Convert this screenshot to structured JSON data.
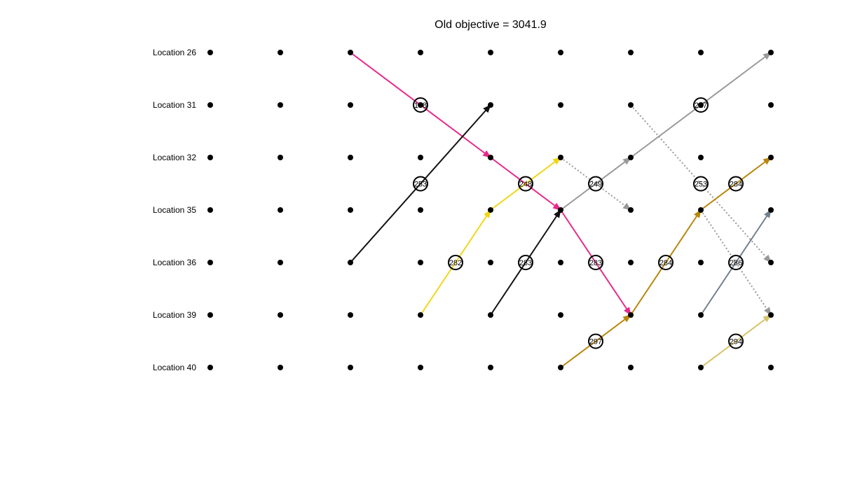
{
  "title": "Old objective = 3041.9",
  "rows": [
    "Location 26",
    "Location 31",
    "Location 32",
    "Location 35",
    "Location 36",
    "Location 39",
    "Location 40"
  ],
  "n_columns": 9,
  "colors": {
    "magenta": "#e7298a",
    "black": "#111111",
    "yellow": "#f2d516",
    "gray": "#999999",
    "gold": "#b8860b",
    "slate": "#708090",
    "khaki": "#d4c36a",
    "point": "#000000"
  },
  "edges": [
    {
      "from": [
        2,
        0
      ],
      "to": [
        4,
        2
      ],
      "color": "magenta",
      "style": "solid"
    },
    {
      "from": [
        4,
        2
      ],
      "to": [
        5,
        3
      ],
      "color": "magenta",
      "style": "solid"
    },
    {
      "from": [
        5,
        3
      ],
      "to": [
        6,
        5
      ],
      "color": "magenta",
      "style": "solid"
    },
    {
      "from": [
        2,
        4
      ],
      "to": [
        4,
        1
      ],
      "color": "black",
      "style": "solid"
    },
    {
      "from": [
        4,
        5
      ],
      "to": [
        5,
        3
      ],
      "color": "black",
      "style": "solid"
    },
    {
      "from": [
        3,
        5
      ],
      "to": [
        4,
        3
      ],
      "color": "yellow",
      "style": "solid"
    },
    {
      "from": [
        4,
        3
      ],
      "to": [
        5,
        2
      ],
      "color": "yellow",
      "style": "solid"
    },
    {
      "from": [
        5,
        3
      ],
      "to": [
        6,
        2
      ],
      "color": "gray",
      "style": "solid"
    },
    {
      "from": [
        6,
        2
      ],
      "to": [
        8,
        0
      ],
      "color": "gray",
      "style": "solid"
    },
    {
      "from": [
        5,
        2
      ],
      "to": [
        6,
        3
      ],
      "color": "gray",
      "style": "dotted"
    },
    {
      "from": [
        6,
        1
      ],
      "to": [
        8,
        4
      ],
      "color": "gray",
      "style": "dotted"
    },
    {
      "from": [
        7,
        3
      ],
      "to": [
        8,
        5
      ],
      "color": "gray",
      "style": "dotted"
    },
    {
      "from": [
        5,
        6
      ],
      "to": [
        6,
        5
      ],
      "color": "gold",
      "style": "solid"
    },
    {
      "from": [
        6,
        5
      ],
      "to": [
        7,
        3
      ],
      "color": "gold",
      "style": "solid"
    },
    {
      "from": [
        7,
        3
      ],
      "to": [
        8,
        2
      ],
      "color": "gold",
      "style": "solid"
    },
    {
      "from": [
        7,
        5
      ],
      "to": [
        8,
        3
      ],
      "color": "slate",
      "style": "solid"
    },
    {
      "from": [
        7,
        6
      ],
      "to": [
        8,
        5
      ],
      "color": "khaki",
      "style": "solid"
    }
  ],
  "markers": [
    {
      "text": "198",
      "pos": [
        3,
        1
      ]
    },
    {
      "text": "227",
      "pos": [
        7,
        1
      ]
    },
    {
      "text": "253",
      "pos": [
        3,
        2.5
      ]
    },
    {
      "text": "248",
      "pos": [
        4.5,
        2.5
      ]
    },
    {
      "text": "249",
      "pos": [
        5.5,
        2.5
      ]
    },
    {
      "text": "253",
      "pos": [
        7,
        2.5
      ]
    },
    {
      "text": "284",
      "pos": [
        7.5,
        2.5
      ]
    },
    {
      "text": "282",
      "pos": [
        3.5,
        4
      ]
    },
    {
      "text": "283",
      "pos": [
        4.5,
        4
      ]
    },
    {
      "text": "283",
      "pos": [
        5.5,
        4
      ]
    },
    {
      "text": "284",
      "pos": [
        6.5,
        4
      ]
    },
    {
      "text": "286",
      "pos": [
        7.5,
        4
      ]
    },
    {
      "text": "297",
      "pos": [
        5.5,
        5.5
      ]
    },
    {
      "text": "294",
      "pos": [
        7.5,
        5.5
      ]
    }
  ]
}
